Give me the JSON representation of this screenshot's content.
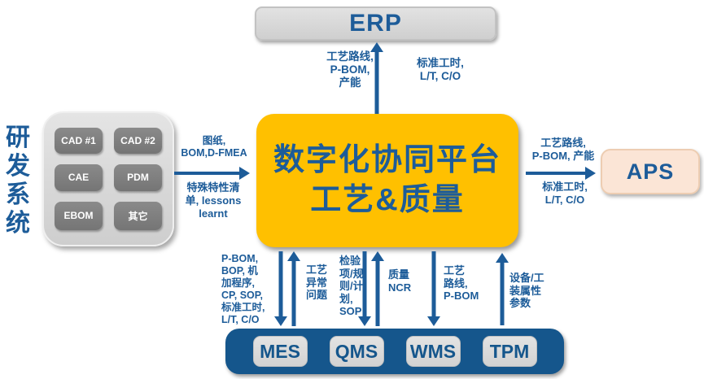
{
  "colors": {
    "text_blue": "#1D5C99",
    "bar_blue": "#15568C",
    "platform_yellow": "#FFC000",
    "panel_gray": "#D7D7D7",
    "chip_gray": "#7F7F7F",
    "aps_peach": "#FBE5D6"
  },
  "erp": {
    "label": "ERP"
  },
  "aps": {
    "label": "APS"
  },
  "platform": {
    "title": "数字化协同平台\n工艺&质量"
  },
  "rnd_system": {
    "title": "研发系统",
    "chips": [
      "CAD #1",
      "CAD #2",
      "CAE",
      "PDM",
      "EBOM",
      "其它"
    ]
  },
  "flows": {
    "platform_to_erp": {
      "left_label": "工艺路线,\nP-BOM,\n产能",
      "right_label": "标准工时,\nL/T, C/O"
    },
    "rnd_to_platform": {
      "top_label": "图纸,\nBOM,D-FMEA",
      "bottom_label": "特殊特性清\n单, lessons\nlearnt"
    },
    "platform_to_aps": {
      "top_label": "工艺路线,\nP-BOM, 产能",
      "bottom_label": "标准工时,\nL/T, C/O"
    },
    "bottom": {
      "mes_down_label": "P-BOM,\nBOP, 机\n加程序,\nCP, SOP,\n标准工时,\nL/T,  C/O",
      "mes_up_label": "工艺\n异常\n问题",
      "qms_down_label": "检验\n项/规\n则/计\n划,\nSOP",
      "qms_up_label": "质量\nNCR",
      "wms_down_label": "工艺\n路线,\nP-BOM",
      "tpm_up_label": "设备/工\n装属性\n参数"
    }
  },
  "execution_systems": {
    "items": [
      "MES",
      "QMS",
      "WMS",
      "TPM"
    ]
  }
}
